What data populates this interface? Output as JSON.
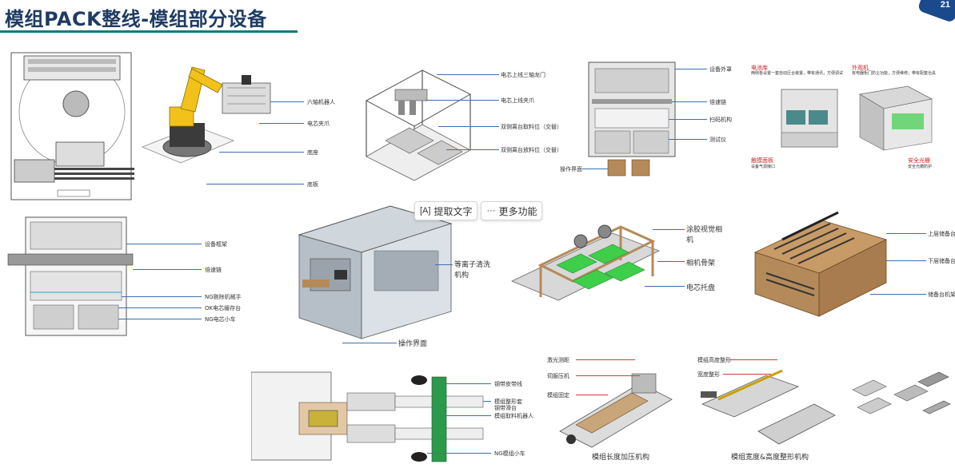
{
  "slide": {
    "title": "模组PACK整线-模组部分设备",
    "page_badge": "21"
  },
  "toolbar": {
    "extract_text": "提取文字",
    "more_functions": "更多功能"
  },
  "robot_cell": {
    "labels": [
      "六轴机器人",
      "电芯夹爪",
      "底座",
      "底板"
    ]
  },
  "cell_loader": {
    "labels": [
      "电芯上线三轴龙门",
      "电芯上线夹爪",
      "双侧离台取料位（交替）",
      "双侧离台放料位（交替）"
    ]
  },
  "cabinet_machine": {
    "labels": [
      "设备外罩",
      "倍速链",
      "扫码机构",
      "测试仪",
      "操作界面"
    ]
  },
  "tester_pair": {
    "labels": [
      "电池库",
      "外观机",
      "触摸面板",
      "安全光栅"
    ],
    "notes": [
      "两侧各设置一套自动压合装置，带有通讯，方便调试",
      "有电器柜门防尘功能，方便维修；带有配套治具",
      "设备气源接口",
      "安全光栅防护"
    ]
  },
  "conveyor_line": {
    "labels": [
      "设备框架",
      "倍速链",
      "NG剔除机械手",
      "OK电芯缓存台",
      "NG电芯小车"
    ]
  },
  "plasma_cleaner": {
    "labels": [
      "等离子清洗机构",
      "操作界面"
    ]
  },
  "glue_station": {
    "labels": [
      "涂胶视觉相机",
      "相机骨架",
      "电芯托盘"
    ]
  },
  "storage_rack": {
    "labels": [
      "上层储备台",
      "下层储备台",
      "储备台机架"
    ]
  },
  "module_line": {
    "labels": [
      "钢带皮带线",
      "模组整形套",
      "钢带滑台",
      "模组取料机器人",
      "NG模组小车"
    ]
  },
  "length_press": {
    "labels": [
      "激光测距",
      "伺服压机",
      "模组固定"
    ],
    "caption": "模组长度加压机构"
  },
  "width_press": {
    "labels": [
      "模组高度整形",
      "宽度整形"
    ],
    "caption": "模组宽度&高度整形机构"
  },
  "colors": {
    "title": "#1f3b63",
    "accent_line": "#0f7b7b",
    "leader_blue": "#3a6fb0",
    "leader_red": "#d43a3a",
    "machine_gray": "#9aa3ab",
    "robot_yellow": "#f2c21b",
    "fixture_green": "#3ecf4a",
    "wood_brown": "#b58a5a"
  }
}
